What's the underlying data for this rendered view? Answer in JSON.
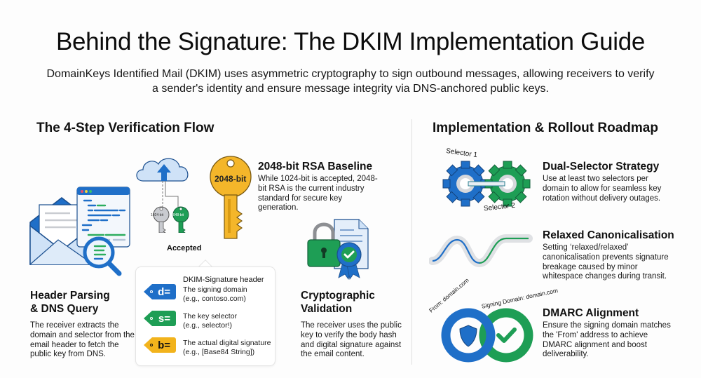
{
  "title": "Behind the Signature: The DKIM Implementation Guide",
  "subtitle": "DomainKeys Identified Mail (DKIM) uses asymmetric cryptography to sign outbound messages, allowing receivers to verify a sender's identity and ensure message integrity via DNS-anchored public keys.",
  "left_section": {
    "heading": "The 4-Step Verification Flow",
    "header_parsing": {
      "title_line1": "Header Parsing",
      "title_line2": "& DNS Query",
      "body": "The receiver extracts the domain and selector from the email header to fetch the public key from DNS.",
      "icon": "envelope-code-magnifier-icon"
    },
    "key_illustration": {
      "small_key_1_label": "1024-bit",
      "small_key_2_label": "2048-bit",
      "accepted_label": "Accepted",
      "big_key_label": "2048-bit"
    },
    "rsa_baseline": {
      "title": "2048-bit RSA Baseline",
      "body": "While 1024-bit is accepted, 2048-bit RSA is the current industry standard for secure key generation."
    },
    "dkim_header": {
      "title": "DKIM-Signature header",
      "tags": [
        {
          "tag": "d=",
          "line1": "The signing domain",
          "line2": "(e.g., contoso.com)",
          "color": "#1f6fc8"
        },
        {
          "tag": "s=",
          "line1": "The key selector",
          "line2": "(e.g., selector!)",
          "color": "#1e9e55"
        },
        {
          "tag": "b=",
          "line1": "The actual digital signature",
          "line2": "(e.g., [Base84 String])",
          "color": "#f2b31c"
        }
      ]
    },
    "crypto_validation": {
      "title_line1": "Cryptographic",
      "title_line2": "Validation",
      "body": "The receiver uses the public key to verify the body hash and digital signature against the email content."
    }
  },
  "right_section": {
    "heading": "Implementation & Rollout Roadmap",
    "items": [
      {
        "title": "Dual-Selector Strategy",
        "body": "Use at least two selectors per domain to allow for seamless key rotation without delivery outages.",
        "icon_label_1": "Selector 1",
        "icon_label_2": "Selector 2"
      },
      {
        "title": "Relaxed Canonicalisation",
        "body": "Setting ‘relaxed/relaxed’ canonicalisation prevents signature breakage caused by minor whitespace changes during transit."
      },
      {
        "title": "DMARC Alignment",
        "body": "Ensure the signing domain matches the 'From' address to achieve DMARC alignment and boost deliverability.",
        "icon_label_1": "From: domain.com",
        "icon_label_2": "Signing Domain: domain.com"
      }
    ]
  },
  "colors": {
    "blue": "#1f6fc8",
    "green": "#1e9e55",
    "gold": "#f2b31c",
    "light_blue": "#cfe2f7"
  }
}
